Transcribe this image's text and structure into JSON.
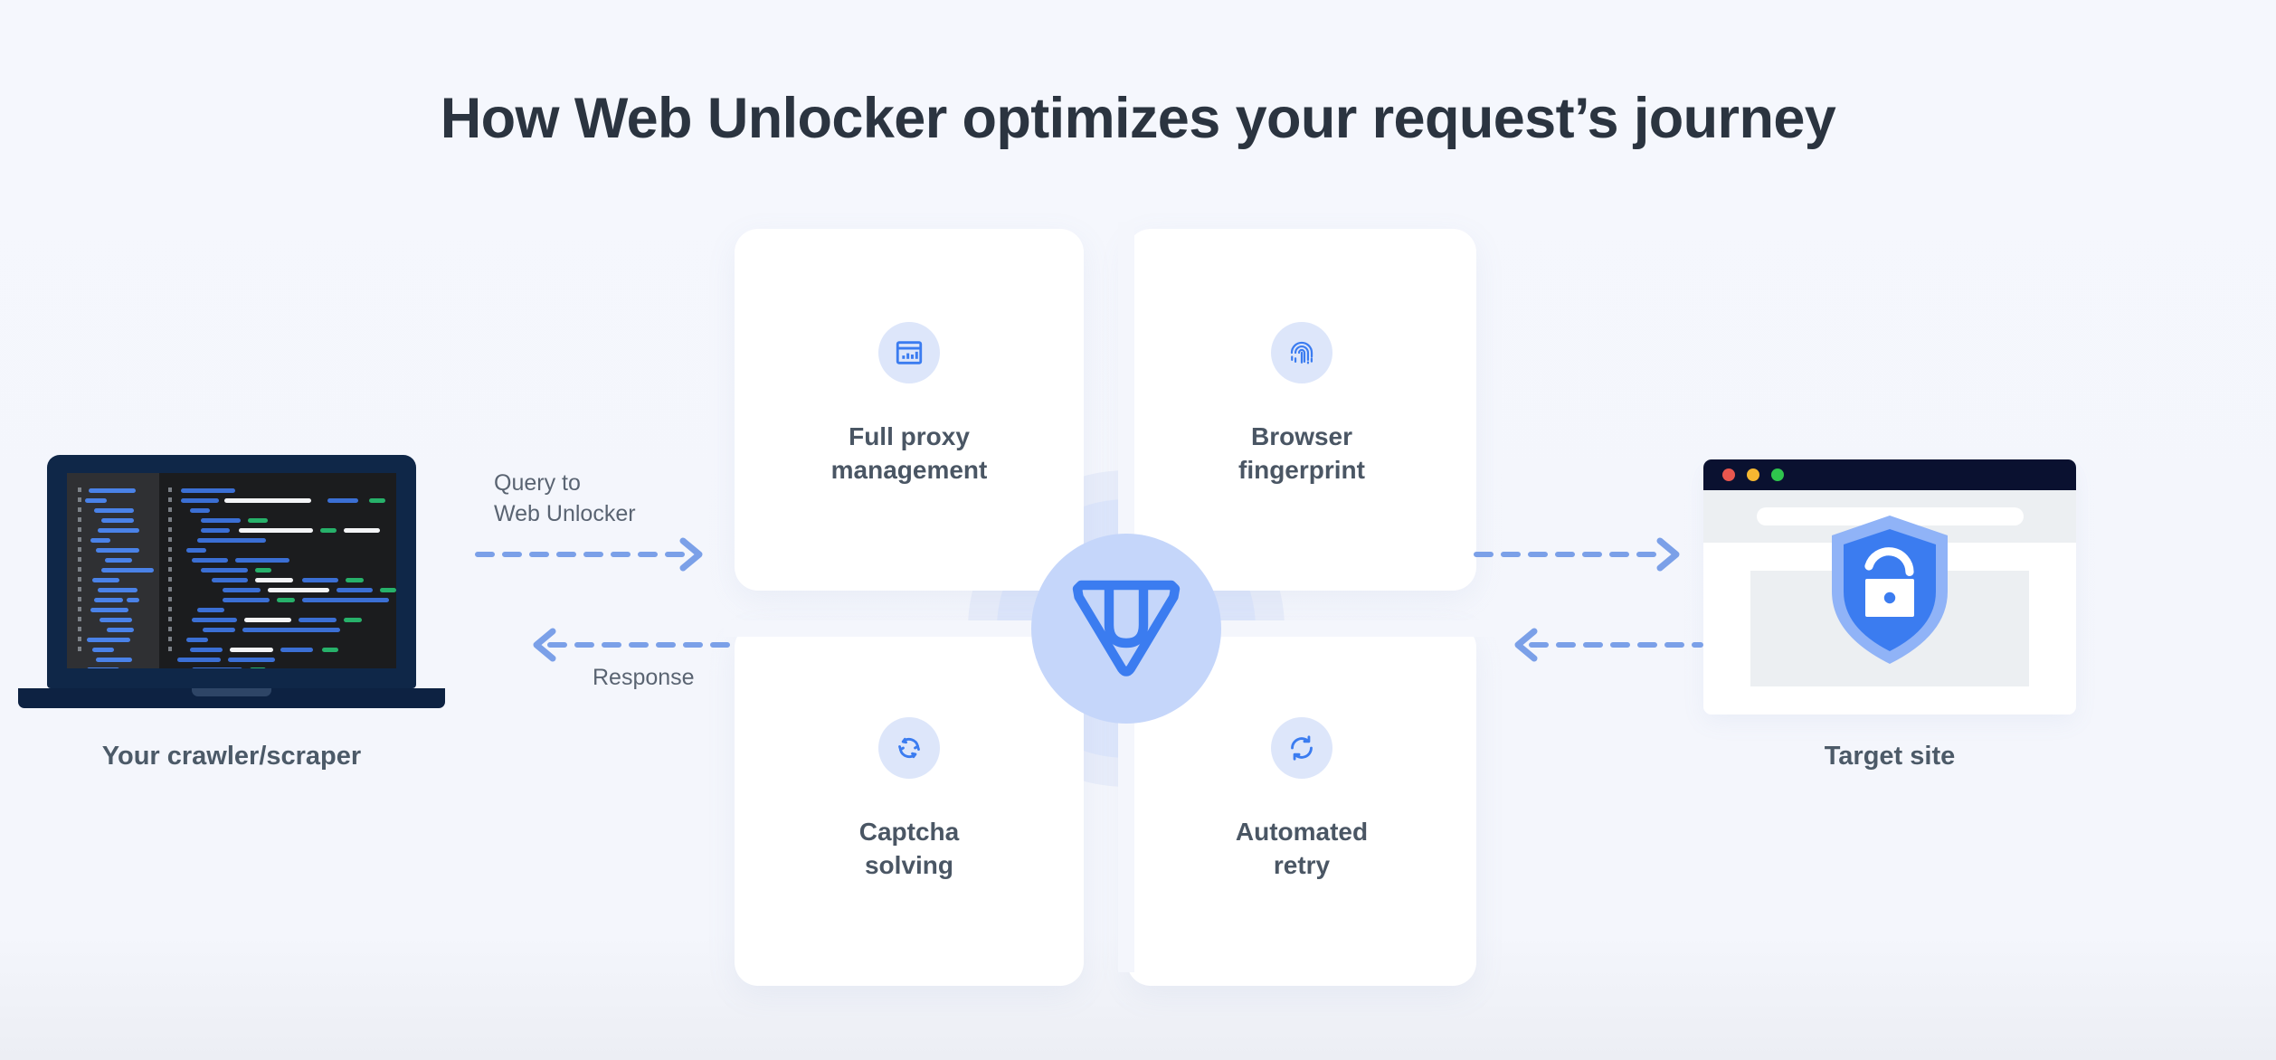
{
  "page": {
    "title": "How Web Unlocker optimizes your request’s journey",
    "background_color": "#f4f6fc",
    "accent_color": "#3b7cf0",
    "text_color": "#4a5664"
  },
  "source": {
    "label": "Your crawler/scraper",
    "device": "laptop",
    "screen": "code-editor"
  },
  "destination": {
    "label": "Target site",
    "device": "browser-window",
    "icon": "shield-unlocked-icon",
    "window_controls": [
      {
        "name": "close",
        "color": "#e8564e"
      },
      {
        "name": "minimize",
        "color": "#f5b731"
      },
      {
        "name": "maximize",
        "color": "#2fc44d"
      }
    ]
  },
  "flows": [
    {
      "name": "query-to-web-unlocker",
      "label": "Query to\nWeb Unlocker",
      "label_line1": "Query to",
      "label_line2": "Web Unlocker",
      "direction": "right",
      "style": "dashed"
    },
    {
      "name": "response",
      "label": "Response",
      "direction": "left",
      "style": "dashed"
    },
    {
      "name": "unlocker-to-target",
      "label": "",
      "direction": "right",
      "style": "dashed"
    },
    {
      "name": "target-to-unlocker",
      "label": "",
      "direction": "left",
      "style": "dashed"
    }
  ],
  "center": {
    "name": "web-unlocker-logo",
    "icon": "diamond-u-logo-icon",
    "color": "#3b7cf0"
  },
  "features": [
    {
      "label": "Full proxy\nmanagement",
      "icon": "dashboard-chart-icon",
      "position": "top-left"
    },
    {
      "label": "Browser\nfingerprint",
      "icon": "fingerprint-icon",
      "position": "top-right"
    },
    {
      "label": "Captcha\nsolving",
      "icon": "refresh-arrows-icon",
      "position": "bottom-left"
    },
    {
      "label": "Automated\nretry",
      "icon": "sync-circle-icon",
      "position": "bottom-right"
    }
  ]
}
